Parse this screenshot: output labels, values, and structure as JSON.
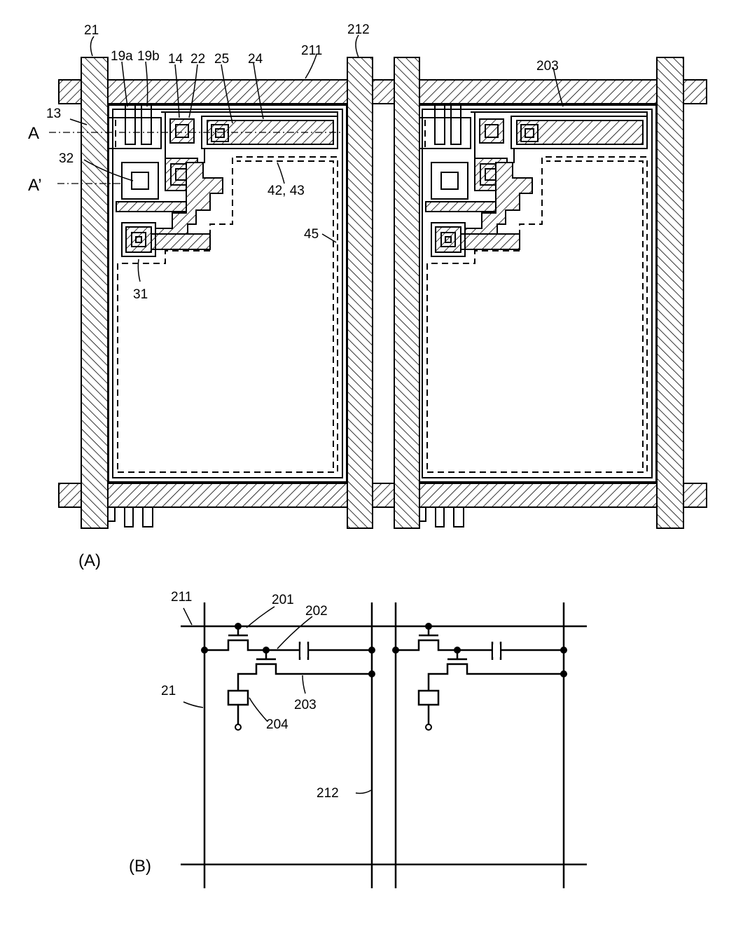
{
  "figure_a": {
    "caption": "(A)",
    "labels": {
      "l21": "21",
      "l212": "212",
      "l211": "211",
      "l19a": "19a",
      "l19b": "19b",
      "l14": "14",
      "l22": "22",
      "l25": "25",
      "l24": "24",
      "l13": "13",
      "lA": "A",
      "lA2": "A’",
      "l32": "32",
      "l4243": "42, 43",
      "l45": "45",
      "l31": "31",
      "l203": "203"
    }
  },
  "figure_b": {
    "caption": "(B)",
    "labels": {
      "l211": "211",
      "l201": "201",
      "l202": "202",
      "l21": "21",
      "l203": "203",
      "l204": "204",
      "l212": "212"
    }
  }
}
